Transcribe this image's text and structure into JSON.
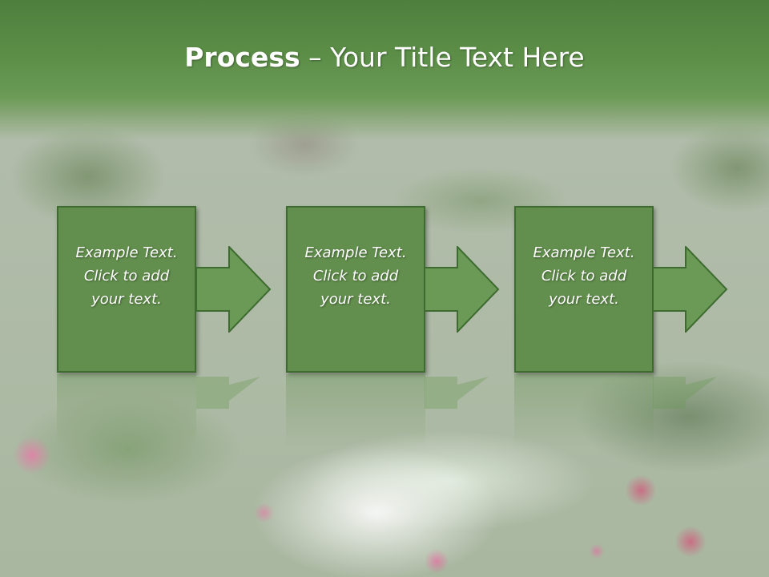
{
  "slide": {
    "title_bold": "Process",
    "title_rest": " – Your Title Text Here",
    "steps": [
      {
        "line1": "Example Text.",
        "line2": "Click  to add",
        "line3": "your text."
      },
      {
        "line1": "Example Text.",
        "line2": "Click  to add",
        "line3": "your text."
      },
      {
        "line1": "Example Text.",
        "line2": "Click  to add",
        "line3": "your text."
      }
    ],
    "colors": {
      "box_fill": "#628f4d",
      "box_border": "#3e6b30",
      "title_band": "#5a8c46",
      "arrow_fill": "#6a9a55"
    },
    "icons": [
      "right-arrow-icon"
    ]
  }
}
